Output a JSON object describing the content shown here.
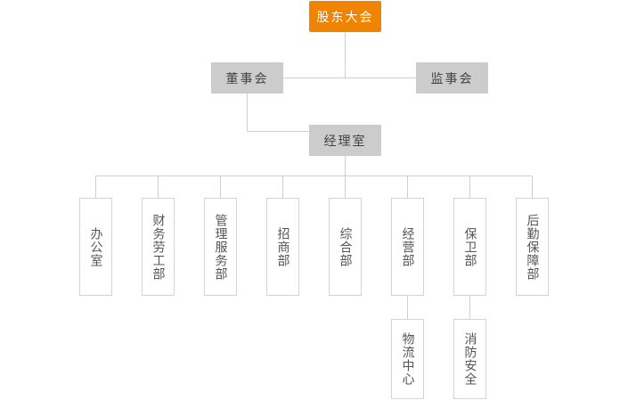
{
  "chart": {
    "root": "股东大会",
    "board": "董事会",
    "supervisory": "监事会",
    "manager": "经理室",
    "departments": [
      "办公室",
      "财务劳工部",
      "管理服务部",
      "招商部",
      "综合部",
      "经营部",
      "保卫部",
      "后勤保障部"
    ],
    "sub_departments": {
      "logistics_center": "物流中心",
      "fire_safety": "消防安全"
    }
  },
  "colors": {
    "root_fill": "#f08300",
    "node_fill": "#cccccc",
    "line": "#cfcfcf"
  }
}
